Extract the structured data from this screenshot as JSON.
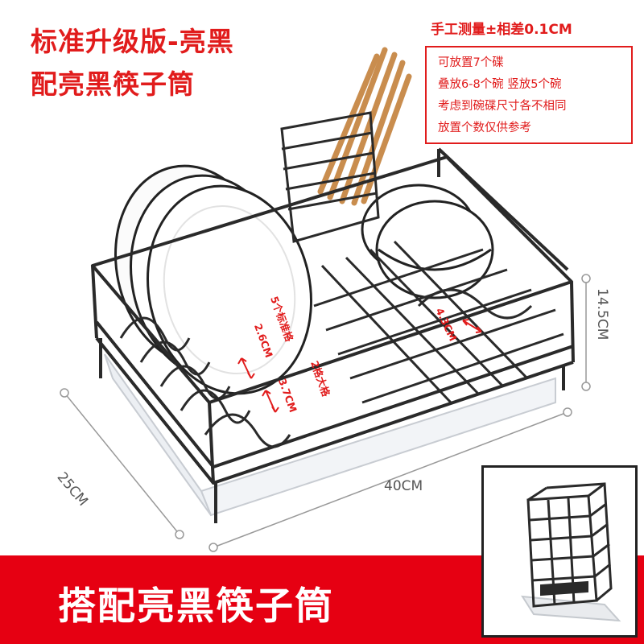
{
  "title": {
    "line1": "标准升级版-亮黑",
    "line2": "配亮黑筷子筒"
  },
  "tolerance": "手工测量±相差0.1CM",
  "notes": [
    "可放置7个碟",
    "叠放6-8个碗  竖放5个碗",
    "考虑到碗碟尺寸各不相同",
    "放置个数仅供参考"
  ],
  "dimensions": {
    "length": "40CM",
    "depth": "25CM",
    "height": "14.5CM"
  },
  "slot_labels": {
    "standard": "5个标准格",
    "standard_gap": "2.6CM",
    "large": "2格大格",
    "large_gap": "3.7CM",
    "bowl_gap": "4.3CM"
  },
  "banner": "搭配亮黑筷子筒",
  "colors": {
    "accent_red": "#e11c1c",
    "banner_red": "#e60012",
    "wire_black": "#2a2a2a"
  }
}
